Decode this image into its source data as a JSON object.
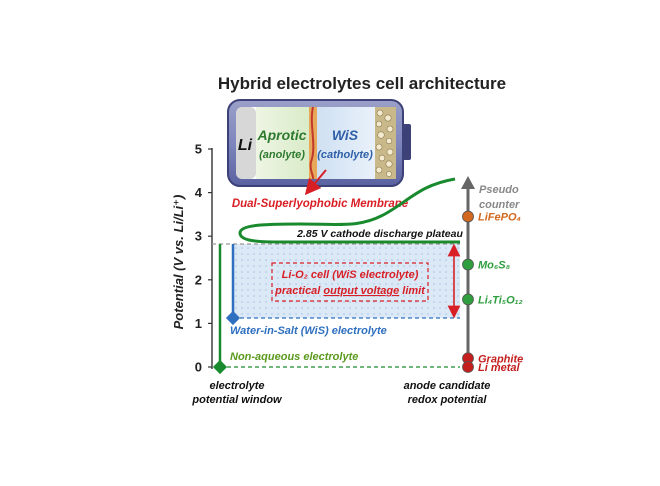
{
  "title": "Hybrid electrolytes cell architecture",
  "battery": {
    "li_label": "Li",
    "aprotic_label": "Aprotic",
    "anolyte_label": "(anolyte)",
    "wis_label": "WiS",
    "catholyte_label": "(catholyte)"
  },
  "membrane_label": "Dual-Superlyophobic Membrane",
  "y_axis": {
    "label": "Potential (V vs. Li/Li⁺)",
    "ticks": [
      "0",
      "1",
      "2",
      "3",
      "4",
      "5"
    ]
  },
  "plateau_label": "2.85 V cathode discharge plateau",
  "wis_box": {
    "line1": "Li-O₂ cell (WiS electrolyte)",
    "line2_pre": "practical ",
    "line2_underlined": "output voltage",
    "line2_post": " limit"
  },
  "wis_electrolyte_label": "Water-in-Salt (WiS) electrolyte",
  "nonaqueous_label": "Non-aqueous electrolyte",
  "bottom_left": {
    "line1": "electrolyte",
    "line2": "potential window"
  },
  "bottom_right": {
    "line1": "anode candidate",
    "line2": "redox potential"
  },
  "pseudo_counter": {
    "line1": "Pseudo",
    "line2": "counter"
  },
  "materials": [
    {
      "name": "LiFePO₄",
      "potential": 3.45,
      "color": "#d2691e"
    },
    {
      "name": "Mo₆S₈",
      "potential": 2.35,
      "color": "#2e9e3e"
    },
    {
      "name": "Li₄Ti₅O₁₂",
      "potential": 1.55,
      "color": "#2e9e3e"
    },
    {
      "name": "Graphite",
      "potential": 0.2,
      "color": "#c41e1e"
    },
    {
      "name": "Li metal",
      "potential": 0.0,
      "color": "#c41e1e"
    }
  ],
  "levels": {
    "plateau": 2.85,
    "wis_low": 1.1,
    "nonaqueous_low": 0.0
  },
  "colors": {
    "green": "#1a8a2e",
    "blue": "#2e6fbf",
    "red": "#d91f26",
    "gray": "#6b6b6b",
    "dark_green": "#1e7a1e"
  }
}
